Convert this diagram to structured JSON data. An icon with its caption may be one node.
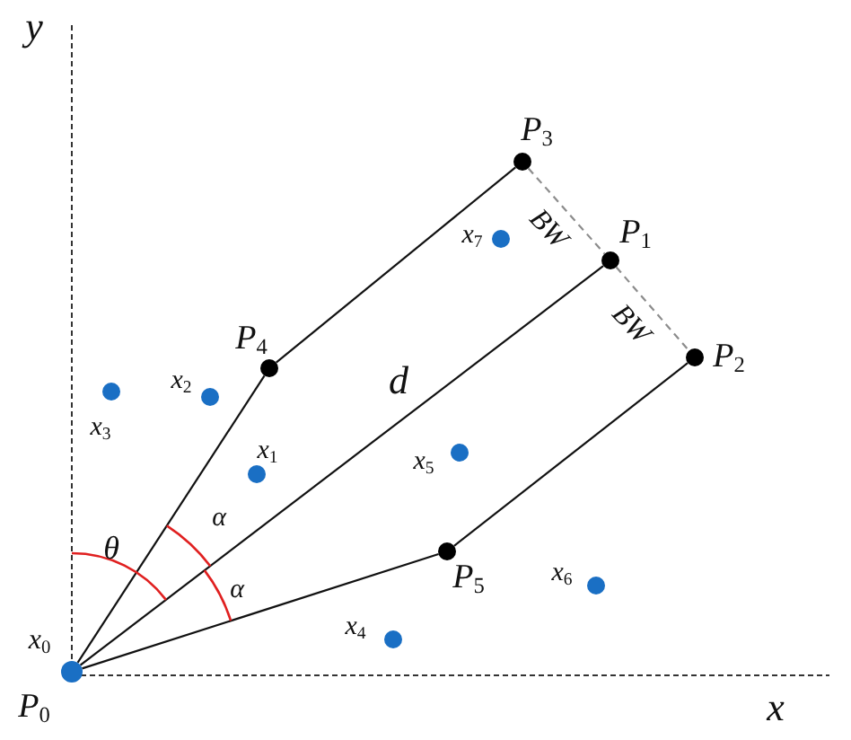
{
  "diagram": {
    "nodes": [
      {
        "text": [
          "P$_{3}$"
        ]
      },
      {
        "text": [
          "P$_{1}$"
        ]
      },
      {
        "text": [
          "x$_{7}$"
        ]
      },
      {
        "text": [
          "P$_{4}$"
        ]
      },
      {
        "text": [
          "P$_{2}$"
        ]
      },
      {
        "text": [
          "x$_{2}$"
        ]
      },
      {
        "text": [
          "x$_{3}$"
        ]
      },
      {
        "text": [
          "x$_{1}$"
        ]
      },
      {
        "text": [
          "x$_{5}$"
        ]
      },
      {
        "text": [
          "P$_{5}$"
        ]
      },
      {
        "text": [
          "x$_{6}$"
        ]
      },
      {
        "text": [
          "x$_{4}$"
        ]
      },
      {
        "text": [
          "x$_{0}$",
          "P$_{0}$"
        ]
      }
    ],
    "edges": [
      {
        "from": 12,
        "to": 3,
        "arrow": "none"
      },
      {
        "from": 3,
        "to": 0,
        "arrow": "none"
      },
      {
        "from": 12,
        "to": 1,
        "arrow": "none",
        "label": "d"
      },
      {
        "from": 12,
        "to": 9,
        "arrow": "none"
      },
      {
        "from": 9,
        "to": 4,
        "arrow": "none"
      },
      {
        "from": 0,
        "to": 1,
        "arrow": "none",
        "label": "BW",
        "style": "dashed",
        "color": "#8c8c8c"
      },
      {
        "from": 1,
        "to": 4,
        "arrow": "none",
        "label": "BW",
        "style": "dashed",
        "color": "#8c8c8c"
      }
    ],
    "labels": [
      "y",
      "α",
      "θ",
      "α",
      "x"
    ]
  }
}
